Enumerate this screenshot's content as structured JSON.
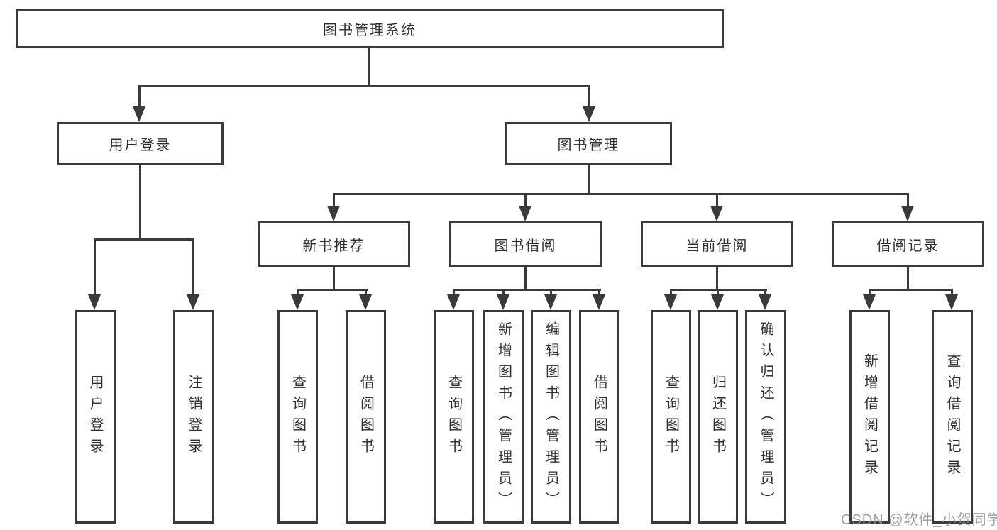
{
  "diagram": {
    "root": {
      "label": "图书管理系统"
    },
    "branches": [
      {
        "label": "用户登录",
        "children": [
          {
            "label": "用户登录"
          },
          {
            "label": "注销登录"
          }
        ]
      },
      {
        "label": "图书管理",
        "children": [
          {
            "label": "新书推荐",
            "children": [
              {
                "label": "查询图书"
              },
              {
                "label": "借阅图书"
              }
            ]
          },
          {
            "label": "图书借阅",
            "children": [
              {
                "label": "查询图书"
              },
              {
                "label": "新增图书（管理员）"
              },
              {
                "label": "编辑图书（管理员）"
              },
              {
                "label": "借阅图书"
              }
            ]
          },
          {
            "label": "当前借阅",
            "children": [
              {
                "label": "查询图书"
              },
              {
                "label": "归还图书"
              },
              {
                "label": "确认归还（管理员）"
              }
            ]
          },
          {
            "label": "借阅记录",
            "children": [
              {
                "label": "新增借阅记录"
              },
              {
                "label": "查询借阅记录"
              }
            ]
          }
        ]
      }
    ]
  },
  "watermark": {
    "text": "CSDN @软件_小贺同学"
  },
  "colors": {
    "line": "#3a3a3a",
    "text": "#2f2f2f",
    "bg": "#ffffff",
    "watermark": "#8f8f8f"
  }
}
